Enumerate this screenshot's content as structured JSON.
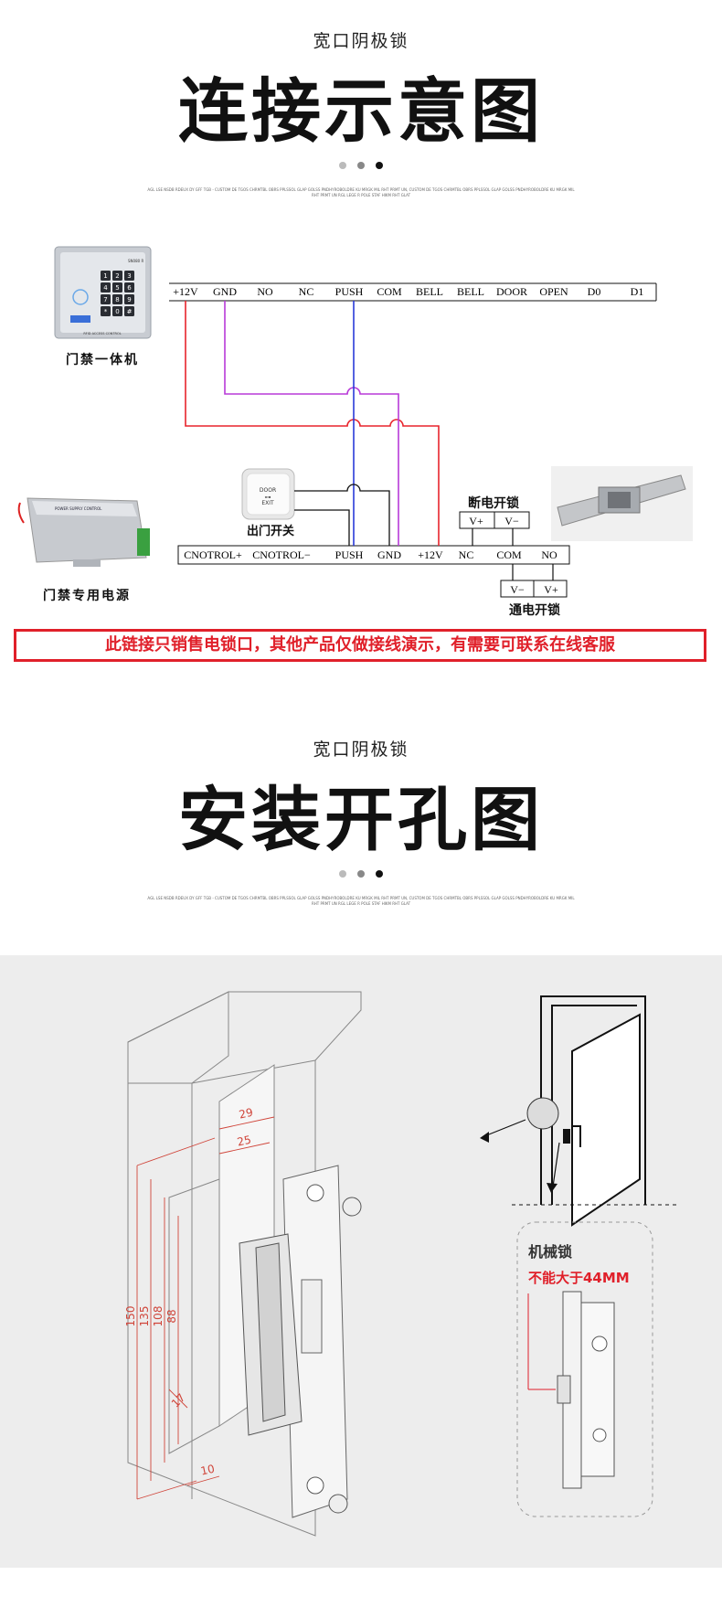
{
  "section1": {
    "subtitle": "宽口阴极锁",
    "title": "连接示意图",
    "fine_print": "AGL LSE NSDB RDEUX DY GFF TGB - CUSTOM DE TGOS CHRMTBL OBRS PPLSSOL GLAP GOLSS PNDHYROBOLDRE KU MRGK MIL RHT PRMT UN, CUSTOM DE TGOS CHRMTBL OBRS PPLSSOL GLAP GOLSS PNDHYROBOLDRE KU MRGK MIL RHT PRMT UN RGL LEGE R POLE STAF HIKM RHT GLAT",
    "reader_label": "门禁一体机",
    "power_label": "门禁专用电源",
    "exit_label": "出门开关",
    "nc_lock_label": "断电开锁",
    "no_lock_label": "通电开锁",
    "top_terminals": [
      "+12V",
      "GND",
      "NO",
      "NC",
      "PUSH",
      "COM",
      "BELL",
      "BELL",
      "DOOR",
      "OPEN",
      "D0",
      "D1"
    ],
    "bottom_terminals": [
      "CNOTROL+",
      "CNOTROL−",
      "PUSH",
      "GND",
      "+12V",
      "NC",
      "COM",
      "NO"
    ],
    "nc_lock_pins": [
      "V+",
      "V−"
    ],
    "no_lock_pins": [
      "V−",
      "V+"
    ],
    "reader_device": {
      "brand": "SN080 R",
      "caption": "RFID ACCESS CONTROL",
      "keys": [
        "1",
        "2",
        "3",
        "4",
        "5",
        "6",
        "7",
        "8",
        "9",
        "*",
        "0",
        "#"
      ]
    },
    "power_device": {
      "caption": "POWER SUPPLY CONTROL"
    },
    "exit_button": {
      "line1": "DOOR",
      "line2": "EXIT"
    },
    "notice": "此链接只销售电锁口，其他产品仅做接线演示，有需要可联系在线客服"
  },
  "section2": {
    "subtitle": "宽口阴极锁",
    "title": "安装开孔图",
    "fine_print": "AGL LSE NSDB RDEUX DY GFF TGB - CUSTOM DE TGOS CHRMTBL OBRS PPLSSOL GLAP GOLSS PNDHYROBOLDRE KU MRGK MIL RHT PRMT UN, CUSTOM DE TGOS CHRMTBL OBRS PPLSSOL GLAP GOLSS PNDHYROBOLDRE KU MRGK MIL RHT PRMT UN RGL LEGE R POLE STAF HIKM RHT GLAT",
    "dimensions": [
      "29",
      "25",
      "150",
      "135",
      "108",
      "88",
      "17",
      "10"
    ],
    "mech_lock_label": "机械锁",
    "warning": "不能大于44MM"
  },
  "colors": {
    "red_wire": "#e8242c",
    "purple_wire": "#b83ad8",
    "blue_wire": "#2a3ad8",
    "black_wire": "#111111",
    "accent_red": "#e0202a",
    "dim_red": "#d0453a"
  }
}
